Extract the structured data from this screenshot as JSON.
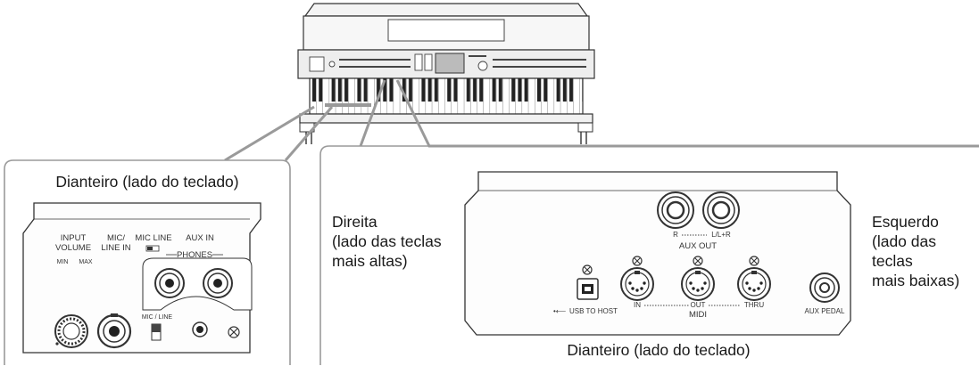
{
  "left_panel": {
    "title": "Dianteiro (lado do teclado)",
    "labels": {
      "input_volume": "INPUT\nVOLUME",
      "min": "MIN",
      "max": "MAX",
      "mic_line_in": "MIC/\nLINE IN",
      "mic_line": "MIC  LINE",
      "aux_in": "AUX IN",
      "phones": "PHONES",
      "mic_line_switch": "MIC / LINE"
    }
  },
  "right_panel": {
    "caption": "Dianteiro (lado do teclado)",
    "side_right": "Direita\n(lado das teclas\nmais altas)",
    "side_left": "Esquerdo\n(lado das teclas\nmais baixas)",
    "labels": {
      "aux_r": "R",
      "aux_lr": "L/L+R",
      "aux_out": "AUX OUT",
      "usb_to_host": "USB TO HOST",
      "midi_in": "IN",
      "midi_out": "OUT",
      "midi": "MIDI",
      "midi_thru": "THRU",
      "aux_pedal": "AUX PEDAL"
    }
  }
}
